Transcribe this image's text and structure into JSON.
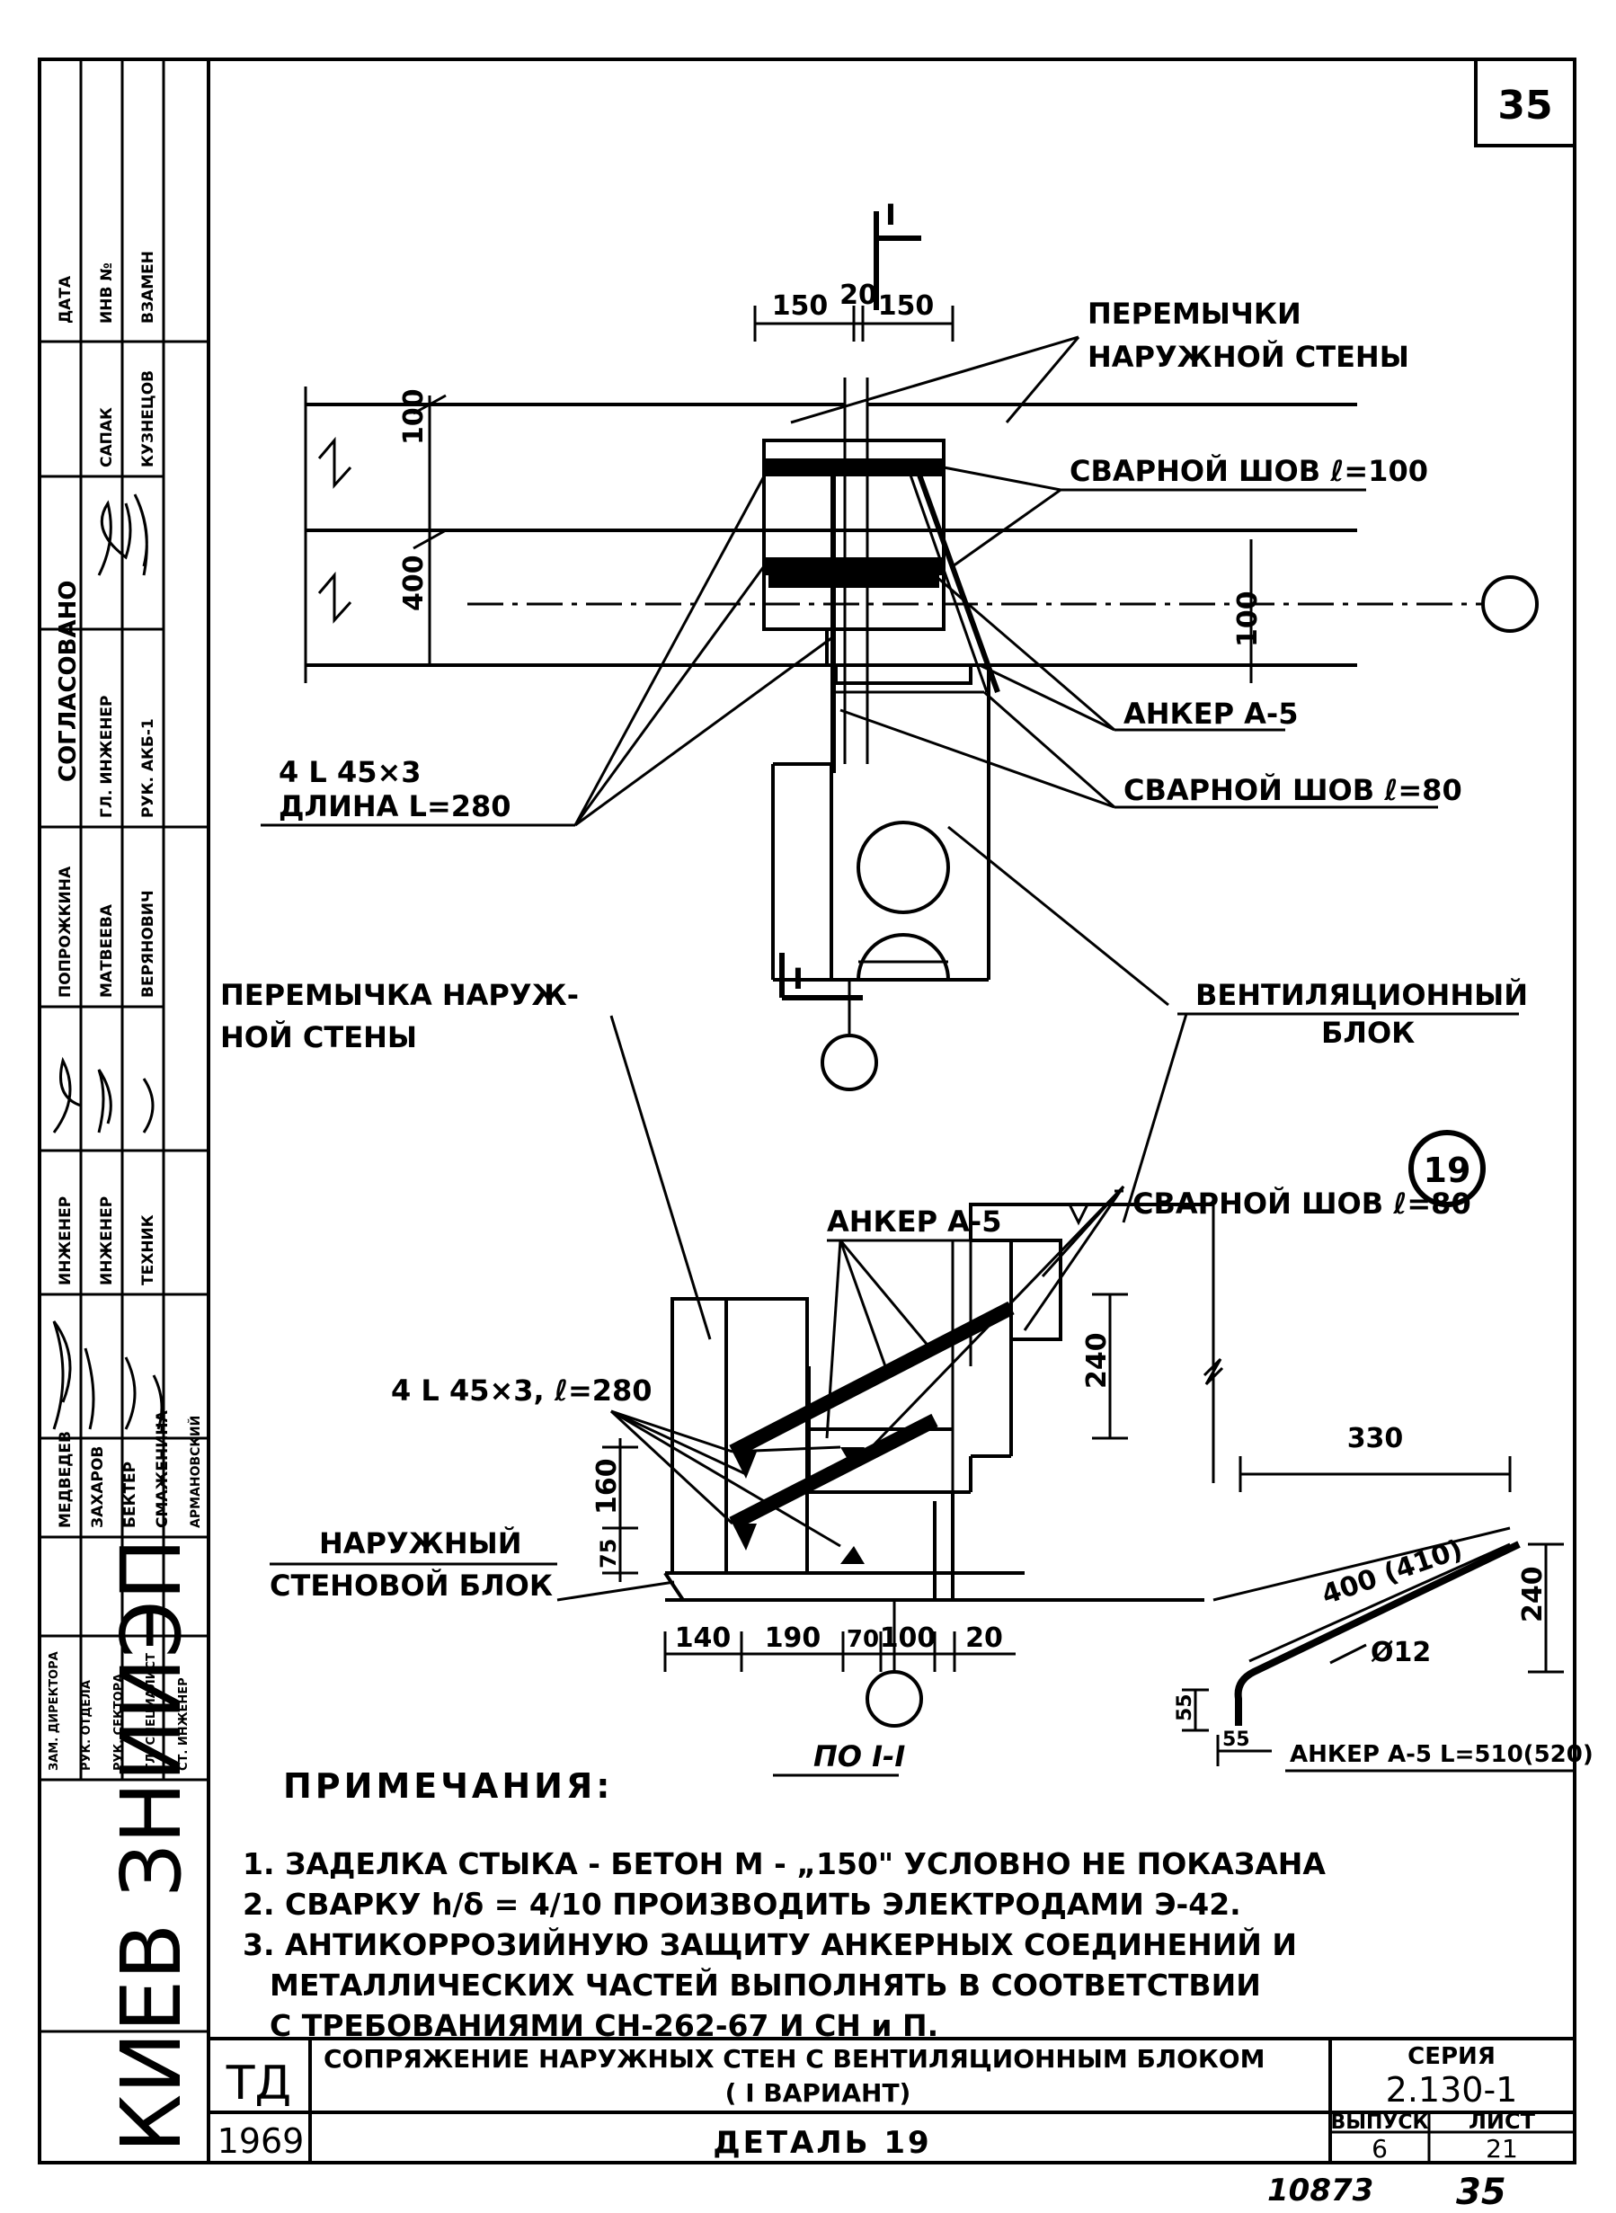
{
  "page_number": "35",
  "top_labels": {
    "section_mark": "I",
    "dims": [
      "150",
      "20",
      "150"
    ],
    "lintels": [
      "ПЕРЕМЫЧКИ",
      "НАРУЖНОЙ СТЕНЫ"
    ],
    "weld_100": "СВАРНОЙ ШОВ ℓ=100",
    "anchor": "АНКЕР А-5",
    "weld_80": "СВАРНОЙ ШОВ ℓ=80",
    "angle": [
      "4 L 45×3",
      "ДЛИНА L=280"
    ],
    "height_100_top": "100",
    "height_400": "400",
    "height_100_side": "100",
    "section_mark_bottom": "I"
  },
  "mid_labels": {
    "lintel_outer": [
      "ПЕРЕМЫЧКА НАРУЖ-",
      "НОЙ СТЕНЫ"
    ],
    "vent_block": [
      "ВЕНТИЛЯЦИОННЫЙ",
      "БЛОК"
    ],
    "detail_number": "19"
  },
  "section_labels": {
    "anchor": "АНКЕР А-5",
    "weld_80": "СВАРНОЙ ШОВ ℓ=80",
    "angle": "4 L 45×3, ℓ=280",
    "h240": "240",
    "h160": "160",
    "h75": "75",
    "outer_block": [
      "НАРУЖНЫЙ",
      "СТЕНОВОЙ БЛОК"
    ],
    "bottom_dims": [
      "140",
      "190",
      "70",
      "100",
      "20"
    ],
    "section_title": "ПО I-I"
  },
  "anchor_detail": {
    "w330": "330",
    "len": "400 (410)",
    "h240": "240",
    "dia": "Ø12",
    "h55": "55",
    "w55": "55",
    "caption": "АНКЕР А-5 L=510(520)"
  },
  "notes": {
    "heading": "ПРИМЕЧАНИЯ:",
    "items": [
      "1. ЗАДЕЛКА СТЫКА - БЕТОН М - „150\" УСЛОВНО НЕ ПОКАЗАНА",
      "2. СВАРКУ h/δ = 4/10 ПРОИЗВОДИТЬ ЭЛЕКТРОДАМИ Э-42.",
      "3. АНТИКОРРОЗИЙНУЮ ЗАЩИТУ АНКЕРНЫХ СОЕДИНЕНИЙ И",
      "МЕТАЛЛИЧЕСКИХ ЧАСТЕЙ ВЫПОЛНЯТЬ В СООТВЕТСТВИИ",
      "С ТРЕБОВАНИЯМИ СН-262-67 И СН и П."
    ]
  },
  "title_block": {
    "td": "ТД",
    "title_line1": "СОПРЯЖЕНИЕ НАРУЖНЫХ СТЕН С ВЕНТИЛЯЦИОННЫМ БЛОКОМ",
    "title_line2": "( I ВАРИАНТ)",
    "series_label": "СЕРИЯ",
    "series_value": "2.130-1",
    "year": "1969",
    "detail": "ДЕТАЛЬ 19",
    "issue_label": "ВЫПУСК",
    "issue_value": "6",
    "sheet_label": "ЛИСТ",
    "sheet_value": "21",
    "org": "КИЕВ ЗНИИЭП"
  },
  "footer": {
    "code": "10873",
    "page": "35"
  },
  "side_stamp": {
    "top": [
      "ДАТА",
      "ИНВ №",
      "ВЗАМЕН"
    ],
    "agreed_label": "СОГЛАСОВАНО",
    "agreed_rows": [
      [
        "ГЛ. ИНЖЕНЕР",
        "САПАК"
      ],
      [
        "РУК. АКБ-1",
        "КУЗНЕЦОВ"
      ]
    ],
    "authors": [
      [
        "ПОПРОЖКИНА",
        "МАТВЕЕВА",
        "ВЕРЯНОВИЧ"
      ],
      [
        "ИНЖЕНЕР",
        "ИНЖЕНЕР",
        "ТЕХНИК"
      ],
      [
        "МЕДВЕДЕВ",
        "ЗАХАРОВ",
        "БЕКТЕР",
        "СМАЖЕНИНА",
        "АРМАНОВСКИЙ"
      ],
      [
        "ЗАМ. ДИРЕКТОРА",
        "РУК. ОТДЕЛА",
        "РУК. СЕКТОРА",
        "ГЛ. СПЕЦИАЛИСТ",
        "СТ. ИНЖЕНЕР"
      ]
    ]
  }
}
